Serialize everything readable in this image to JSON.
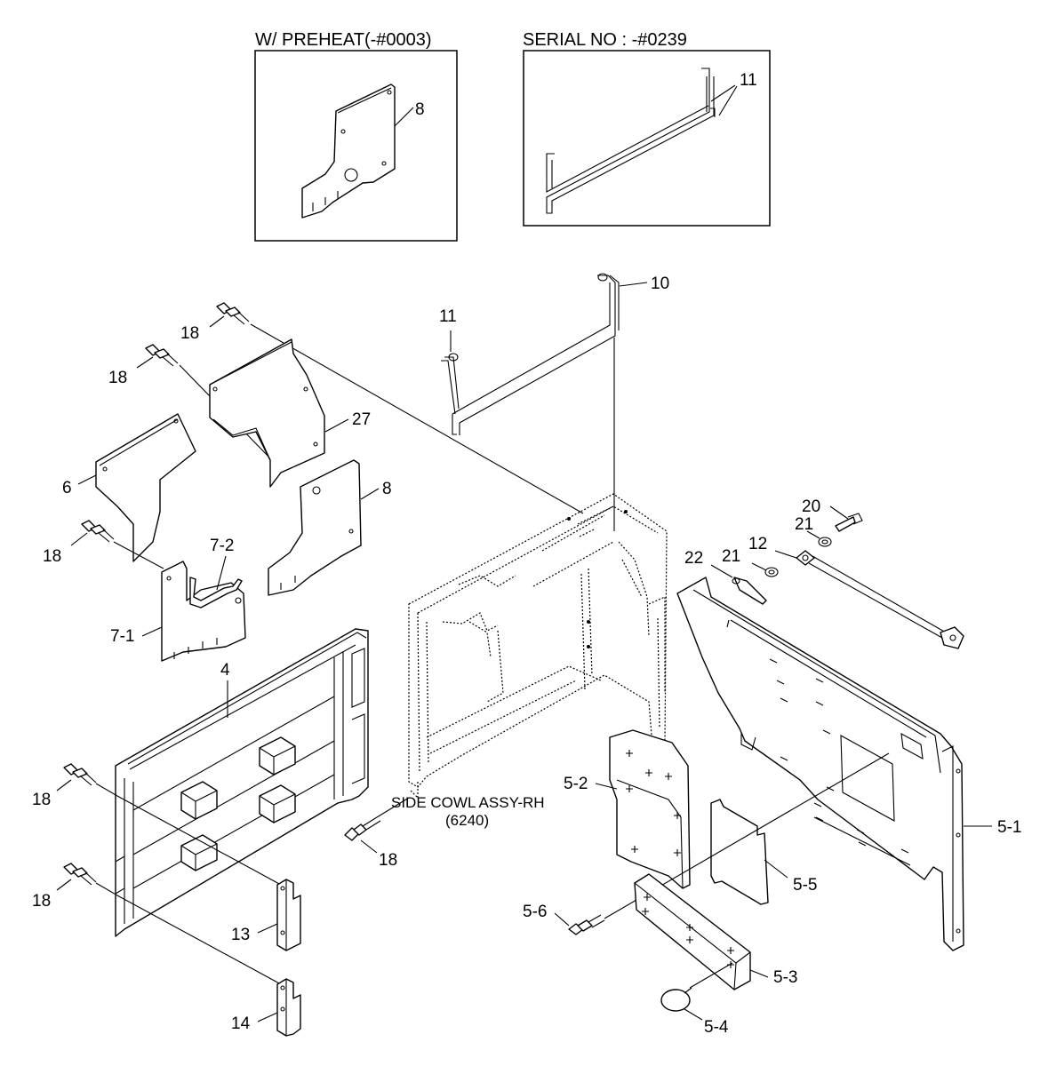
{
  "insets": {
    "preheat_title": "W/ PREHEAT(-#0003)",
    "serial_title": "SERIAL NO : -#0239"
  },
  "assembly": {
    "name": "SIDE COWL ASSY-RH",
    "code": "(6240)"
  },
  "callouts": {
    "inset_8": "8",
    "inset_11": "11",
    "c10": "10",
    "c11": "11",
    "c18a": "18",
    "c18b": "18",
    "c27": "27",
    "c6": "6",
    "c8": "8",
    "c18c": "18",
    "c7_2": "7-2",
    "c7_1": "7-1",
    "c4": "4",
    "c20": "20",
    "c21a": "21",
    "c12": "12",
    "c22": "22",
    "c21b": "21",
    "c18d": "18",
    "c18e": "18",
    "c18f": "18",
    "c13": "13",
    "c14": "14",
    "c5_2": "5-2",
    "c5_1": "5-1",
    "c5_5": "5-5",
    "c5_6": "5-6",
    "c5_3": "5-3",
    "c5_4": "5-4"
  }
}
